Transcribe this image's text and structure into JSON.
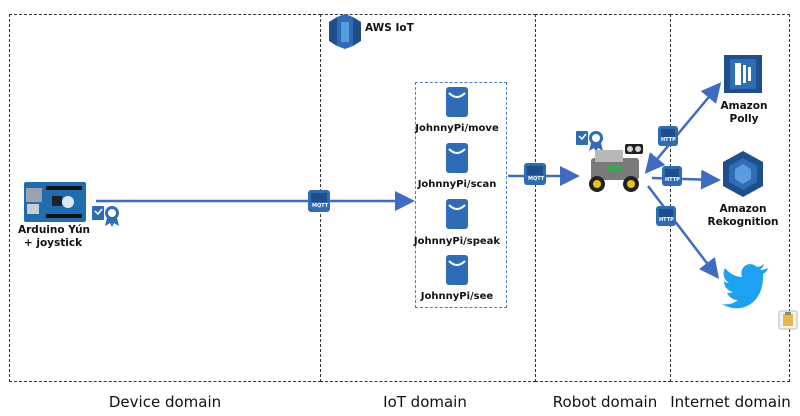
{
  "domains": [
    {
      "id": "device",
      "label": "Device domain"
    },
    {
      "id": "iot",
      "label": "IoT domain"
    },
    {
      "id": "robot",
      "label": "Robot domain"
    },
    {
      "id": "internet",
      "label": "Internet domain"
    }
  ],
  "iot_service": {
    "label": "AWS IoT",
    "icon": "aws-iot-icon"
  },
  "device": {
    "label_line1": "Arduino Yún",
    "label_line2": "+ joystick",
    "icon": "arduino-board-icon"
  },
  "topics": [
    {
      "label": "JohnnyPi/move"
    },
    {
      "label": "JohnnyPi/scan"
    },
    {
      "label": "JohnnyPi/speak"
    },
    {
      "label": "JohnnyPi/see"
    }
  ],
  "protocols": {
    "mqtt": "MQTT",
    "http": "HTTP"
  },
  "robot": {
    "icon": "robot-car-icon"
  },
  "services": [
    {
      "label_line1": "Amazon",
      "label_line2": "Polly",
      "icon": "amazon-polly-icon"
    },
    {
      "label_line1": "Amazon",
      "label_line2": "Rekognition",
      "icon": "amazon-rekognition-icon"
    },
    {
      "label_line1": "",
      "label_line2": "",
      "icon": "twitter-bird-icon"
    }
  ],
  "colors": {
    "aws_blue": "#2e6db5",
    "aws_dark": "#1f4e8c",
    "arrow": "#3d6cc0",
    "twitter": "#1da1f2",
    "border": "#333333"
  }
}
